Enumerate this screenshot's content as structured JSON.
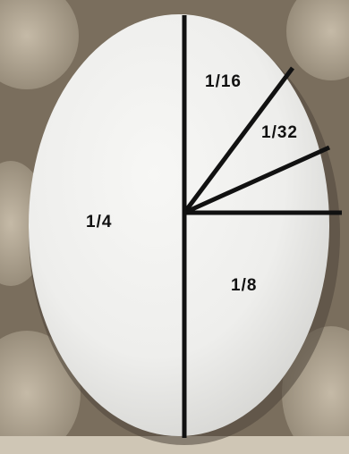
{
  "scene": {
    "subject": "egg",
    "background": "egg carton",
    "colors": {
      "carton": "#a69a86",
      "carton_shadow": "#5e5446",
      "egg": "#f1f1ef",
      "egg_shade": "#c9c9c6",
      "lines": "#111111"
    }
  },
  "sections": {
    "quarter": "1/4",
    "eighth": "1/8",
    "sixteenth": "1/16",
    "thirty_second": "1/32"
  }
}
